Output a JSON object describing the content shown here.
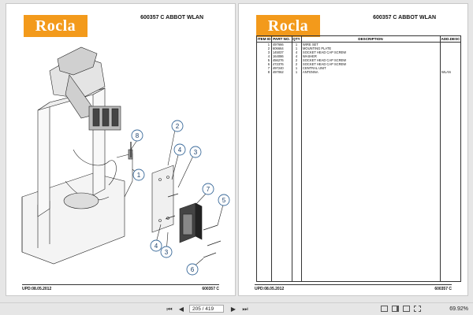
{
  "left_page": {
    "logo": "Rocla",
    "doc_title": "600357 C  ABBOT WLAN",
    "footer_date": "UPD:08.05.2012",
    "footer_code": "600357 C",
    "callouts": [
      "8",
      "2",
      "4",
      "3",
      "1",
      "7",
      "5",
      "4",
      "3",
      "6"
    ]
  },
  "right_page": {
    "logo": "Rocla",
    "doc_title": "600357 C  ABBOT WLAN",
    "footer_date": "UPD:08.05.2012",
    "footer_code": "600357 C",
    "table": {
      "headers": [
        "ITEM ID",
        "PART NO.",
        "QTY",
        "DESCRIPTION",
        "ADD.DESC"
      ],
      "rows": [
        {
          "item": "1",
          "part": "497666",
          "qty": "1",
          "desc": "WIRE SET",
          "add": ""
        },
        {
          "item": "2",
          "part": "606664",
          "qty": "1",
          "desc": "MOUNTING PLATE",
          "add": ""
        },
        {
          "item": "3",
          "part": "145037",
          "qty": "4",
          "desc": "SOCKET HEAD CAP SCREW",
          "add": ""
        },
        {
          "item": "4",
          "part": "164086",
          "qty": "4",
          "desc": "WASHER",
          "add": ""
        },
        {
          "item": "5",
          "part": "456276",
          "qty": "2",
          "desc": "SOCKET HEAD CAP SCREW",
          "add": ""
        },
        {
          "item": "6",
          "part": "472376",
          "qty": "2",
          "desc": "SOCKET HEAD CAP SCREW",
          "add": ""
        },
        {
          "item": "7",
          "part": "497240",
          "qty": "1",
          "desc": "CENTRAL UNIT",
          "add": ""
        },
        {
          "item": "8",
          "part": "497062",
          "qty": "1",
          "desc": "ANTENNA",
          "add": "WLAN"
        }
      ]
    }
  },
  "toolbar": {
    "page_indicator": "205 / 419",
    "zoom": "69.92%"
  }
}
